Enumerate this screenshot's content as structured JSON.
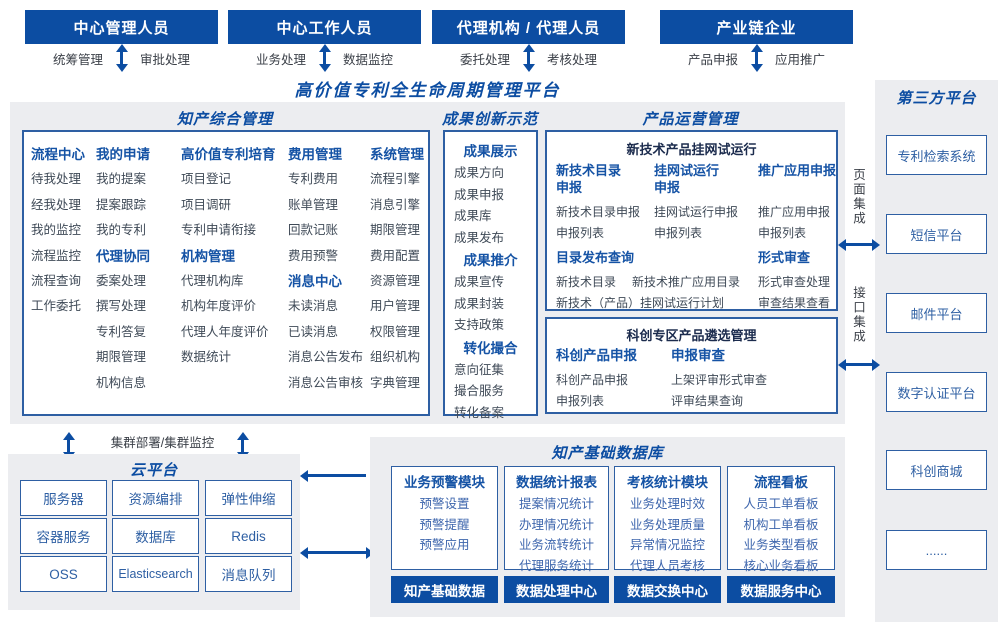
{
  "colors": {
    "accent": "#0c4da2",
    "panel_bg": "#ecedf0",
    "border_blue": "#2e5fa3",
    "header_blue": "#1553a5",
    "item_gray": "#3f4a57",
    "item_blue": "#3e66ad"
  },
  "page_title": "高价值专利全生命周期管理平台",
  "top_roles": [
    {
      "title": "中心管理人员",
      "left_label": "统筹管理",
      "right_label": "审批处理"
    },
    {
      "title": "中心工作人员",
      "left_label": "业务处理",
      "right_label": "数据监控"
    },
    {
      "title": "代理机构 / 代理人员",
      "left_label": "委托处理",
      "right_label": "考核处理"
    },
    {
      "title": "产业链企业",
      "left_label": "产品申报",
      "right_label": "应用推广"
    }
  ],
  "comprehensive": {
    "title": "知产综合管理",
    "columns": [
      {
        "groups": [
          {
            "header": "流程中心",
            "items": [
              "待我处理",
              "经我处理",
              "我的监控",
              "流程监控",
              "流程查询",
              "工作委托"
            ]
          }
        ]
      },
      {
        "groups": [
          {
            "header": "我的申请",
            "items": [
              "我的提案",
              "提案跟踪",
              "我的专利"
            ]
          },
          {
            "header": "代理协同",
            "items": [
              "委案处理",
              "撰写处理",
              "专利答复",
              "期限管理",
              "机构信息"
            ]
          }
        ]
      },
      {
        "groups": [
          {
            "header": "高价值专利培育",
            "items": [
              "项目登记",
              "项目调研",
              "专利申请衔接"
            ]
          },
          {
            "header": "机构管理",
            "items": [
              "代理机构库",
              "机构年度评价",
              "代理人年度评价",
              "数据统计"
            ]
          }
        ]
      },
      {
        "groups": [
          {
            "header": "费用管理",
            "items": [
              "专利费用",
              "账单管理",
              "回款记账",
              "费用预警"
            ]
          },
          {
            "header": "消息中心",
            "items": [
              "未读消息",
              "已读消息",
              "消息公告发布",
              "消息公告审核"
            ]
          }
        ]
      },
      {
        "groups": [
          {
            "header": "系统管理",
            "items": [
              "流程引擎",
              "消息引擎",
              "期限管理",
              "费用配置",
              "资源管理",
              "用户管理",
              "权限管理",
              "组织机构",
              "字典管理"
            ]
          }
        ]
      }
    ]
  },
  "achievements": {
    "title": "成果创新示范",
    "groups": [
      {
        "header": "成果展示",
        "items": [
          "成果方向",
          "成果申报",
          "成果库",
          "成果发布"
        ]
      },
      {
        "header": "成果推介",
        "items": [
          "成果宣传",
          "成果封装",
          "支持政策"
        ]
      },
      {
        "header": "转化撮合",
        "items": [
          "意向征集",
          "撮合服务",
          "转化备案"
        ]
      }
    ]
  },
  "product_ops": {
    "title": "产品运营管理",
    "trial": {
      "title": "新技术产品挂网试运行",
      "columns": [
        {
          "header": "新技术目录\n申报",
          "items": [
            "新技术目录申报",
            "申报列表"
          ]
        },
        {
          "header": "挂网试运行\n申报",
          "items": [
            "挂网试运行申报",
            "申报列表"
          ]
        },
        {
          "header": "推广应用申报",
          "items": [
            "推广应用申报",
            "申报列表"
          ]
        }
      ],
      "catalog": {
        "header": "目录发布查询",
        "row1": [
          "新技术目录",
          "新技术推广应用目录"
        ],
        "row2": "新技术（产品）挂网试运行计划"
      },
      "review": {
        "header": "形式审查",
        "items": [
          "形式审查处理",
          "审查结果查看"
        ]
      }
    },
    "selection": {
      "title": "科创专区产品遴选管理",
      "columns": [
        {
          "header": "科创产品申报",
          "items": [
            "科创产品申报",
            "申报列表"
          ]
        },
        {
          "header": "申报审查",
          "items": [
            "上架评审形式审查",
            "评审结果查询"
          ]
        }
      ]
    }
  },
  "third_party": {
    "title": "第三方平台",
    "page_integration": "页面集成",
    "api_integration": "接口集成",
    "items": [
      "专利检索系统",
      "短信平台",
      "邮件平台",
      "数字认证平台",
      "科创商城",
      "......"
    ]
  },
  "cloud": {
    "title": "云平台",
    "cluster_label": "集群部署/集群监控",
    "items": [
      "服务器",
      "资源编排",
      "弹性伸缩",
      "容器服务",
      "数据库",
      "Redis",
      "OSS",
      "Elasticsearch",
      "消息队列"
    ]
  },
  "database": {
    "title": "知产基础数据库",
    "columns": [
      {
        "header": "业务预警模块",
        "items": [
          "预警设置",
          "预警提醒",
          "预警应用"
        ]
      },
      {
        "header": "数据统计报表",
        "items": [
          "提案情况统计",
          "办理情况统计",
          "业务流转统计",
          "代理服务统计"
        ]
      },
      {
        "header": "考核统计模块",
        "items": [
          "业务处理时效",
          "业务处理质量",
          "异常情况监控",
          "代理人员考核"
        ]
      },
      {
        "header": "流程看板",
        "items": [
          "人员工单看板",
          "机构工单看板",
          "业务类型看板",
          "核心业务看板"
        ]
      }
    ],
    "footer": [
      "知产基础数据",
      "数据处理中心",
      "数据交换中心",
      "数据服务中心"
    ]
  }
}
